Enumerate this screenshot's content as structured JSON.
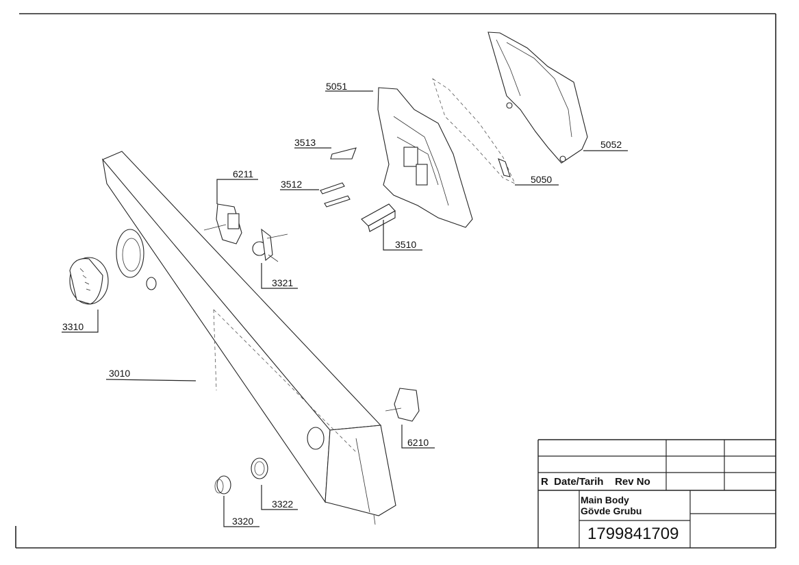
{
  "callouts": {
    "c5051": "5051",
    "c3513": "3513",
    "c3512": "3512",
    "c6211": "6211",
    "c3510": "3510",
    "c3321": "3321",
    "c3310": "3310",
    "c3010": "3010",
    "c5052": "5052",
    "c5050": "5050",
    "c6210": "6210",
    "c3322": "3322",
    "c3320": "3320"
  },
  "title_block": {
    "revision_header": "R  Date/Tarih    Rev No",
    "title_en": "Main Body",
    "title_tr": "Gövde Grubu",
    "drawing_number": "1799841709"
  }
}
